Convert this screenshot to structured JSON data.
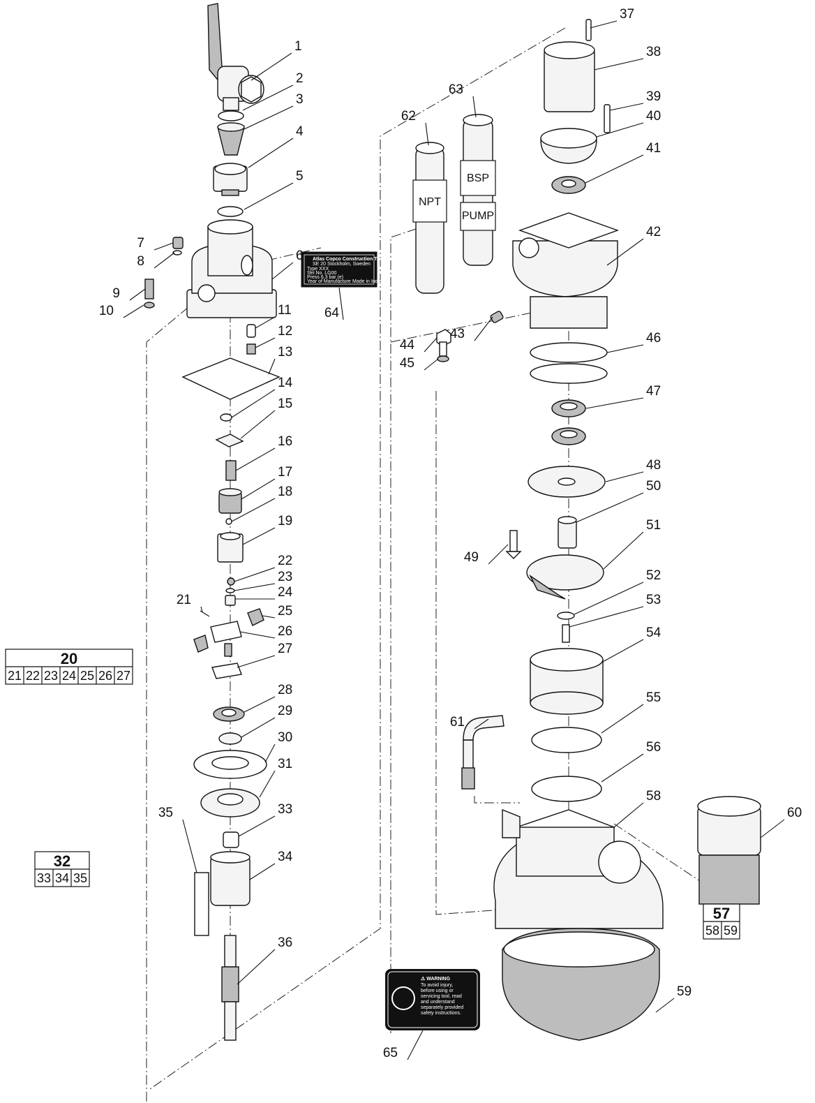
{
  "callouts": [
    "1",
    "2",
    "3",
    "4",
    "5",
    "6",
    "7",
    "8",
    "9",
    "10",
    "11",
    "12",
    "13",
    "14",
    "15",
    "16",
    "17",
    "18",
    "19",
    "21",
    "22",
    "23",
    "24",
    "25",
    "26",
    "27",
    "28",
    "29",
    "30",
    "31",
    "33",
    "34",
    "35",
    "36",
    "37",
    "38",
    "39",
    "40",
    "41",
    "42",
    "43",
    "44",
    "45",
    "46",
    "47",
    "48",
    "49",
    "50",
    "51",
    "52",
    "53",
    "54",
    "55",
    "56",
    "58",
    "59",
    "60",
    "61",
    "62",
    "63",
    "64",
    "65"
  ],
  "kits": [
    {
      "title": "20",
      "items": [
        "21",
        "22",
        "23",
        "24",
        "25",
        "26",
        "27"
      ]
    },
    {
      "title": "32",
      "items": [
        "33",
        "34",
        "35"
      ]
    },
    {
      "title": "57",
      "items": [
        "58",
        "59"
      ]
    }
  ],
  "hose_labels": {
    "npt": "NPT",
    "bsp": "BSP",
    "pump": "PUMP"
  },
  "warning_label": {
    "title": "⚠ WARNING",
    "lines": [
      "To avoid injury,",
      "before using or",
      "servicing tool, read",
      "and understand",
      "separately provided",
      "safety instructions."
    ]
  },
  "rating_plate": {
    "lines": [
      "Atlas Copco Construction Tools AB",
      "SE 20 Stockholm, Sweden",
      "Type XXX",
      "Ser.No. LG00",
      "Press 6,3 bar (e)",
      "Year of Manufacture"
    ],
    "footer": "Made in India"
  }
}
